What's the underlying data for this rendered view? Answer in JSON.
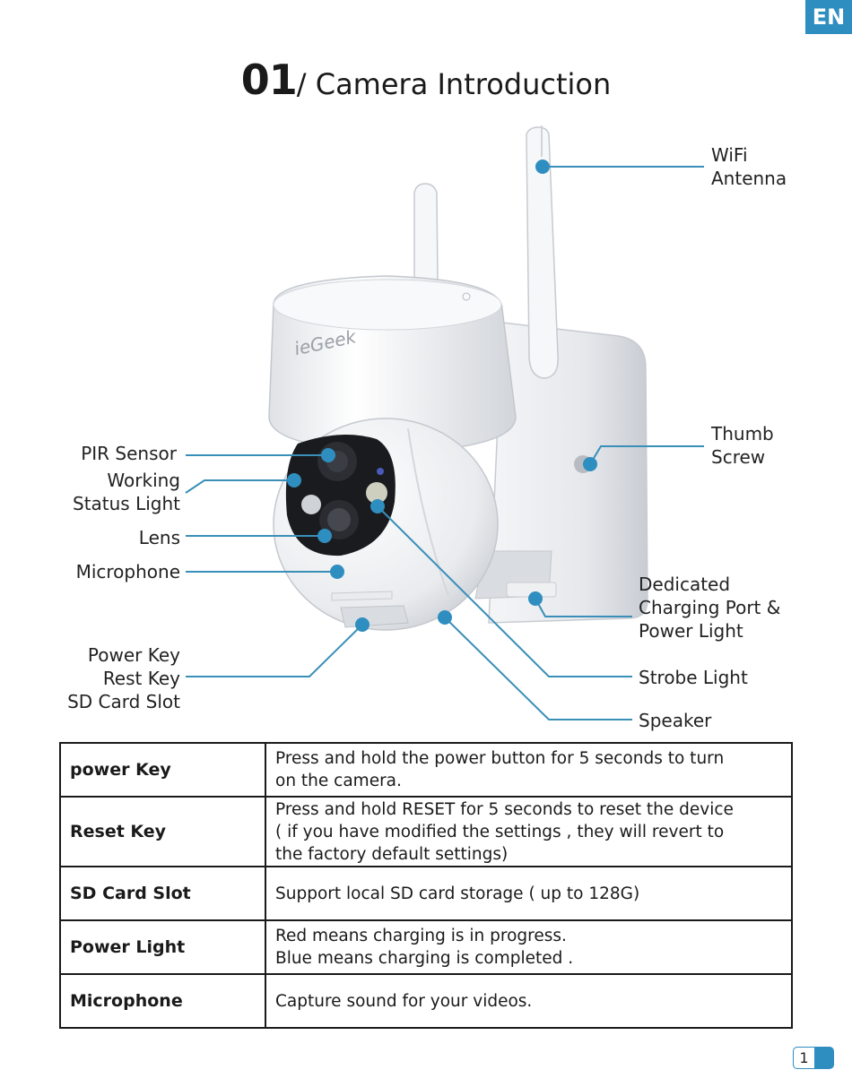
{
  "lang_badge": "EN",
  "title": {
    "number": "01",
    "text": "/ Camera Introduction"
  },
  "camera": {
    "brand_logo": "ieGeek"
  },
  "callouts": {
    "wifi_antenna": [
      "WiFi",
      "Antenna"
    ],
    "thumb_screw": [
      "Thumb",
      "Screw"
    ],
    "pir_sensor": "PIR Sensor",
    "working_status_light": [
      "Working",
      "Status Light"
    ],
    "lens": "Lens",
    "microphone": "Microphone",
    "charging_port": [
      "Dedicated",
      "Charging Port &",
      "Power Light"
    ],
    "power_keys": [
      "Power Key",
      "Rest Key",
      "SD Card Slot"
    ],
    "strobe_light": "Strobe Light",
    "speaker": "Speaker"
  },
  "table": [
    {
      "key": "power Key",
      "lines": [
        "Press and hold the power button for 5 seconds to turn",
        "on the camera."
      ]
    },
    {
      "key": "Reset Key",
      "lines": [
        "Press and hold RESET for 5 seconds to reset the device",
        "( if you have modified the settings , they will revert to",
        "the factory default settings)"
      ]
    },
    {
      "key": "SD Card Slot",
      "lines": [
        "Support local SD card storage ( up to 128G)"
      ]
    },
    {
      "key": "Power Light",
      "lines": [
        "Red means charging is in progress.",
        "Blue means charging is completed ."
      ]
    },
    {
      "key": "Microphone",
      "lines": [
        "Capture sound for your videos."
      ]
    }
  ],
  "page_number": "1",
  "colors": {
    "accent": "#2f8ec0",
    "line": "#3a8fb8"
  }
}
